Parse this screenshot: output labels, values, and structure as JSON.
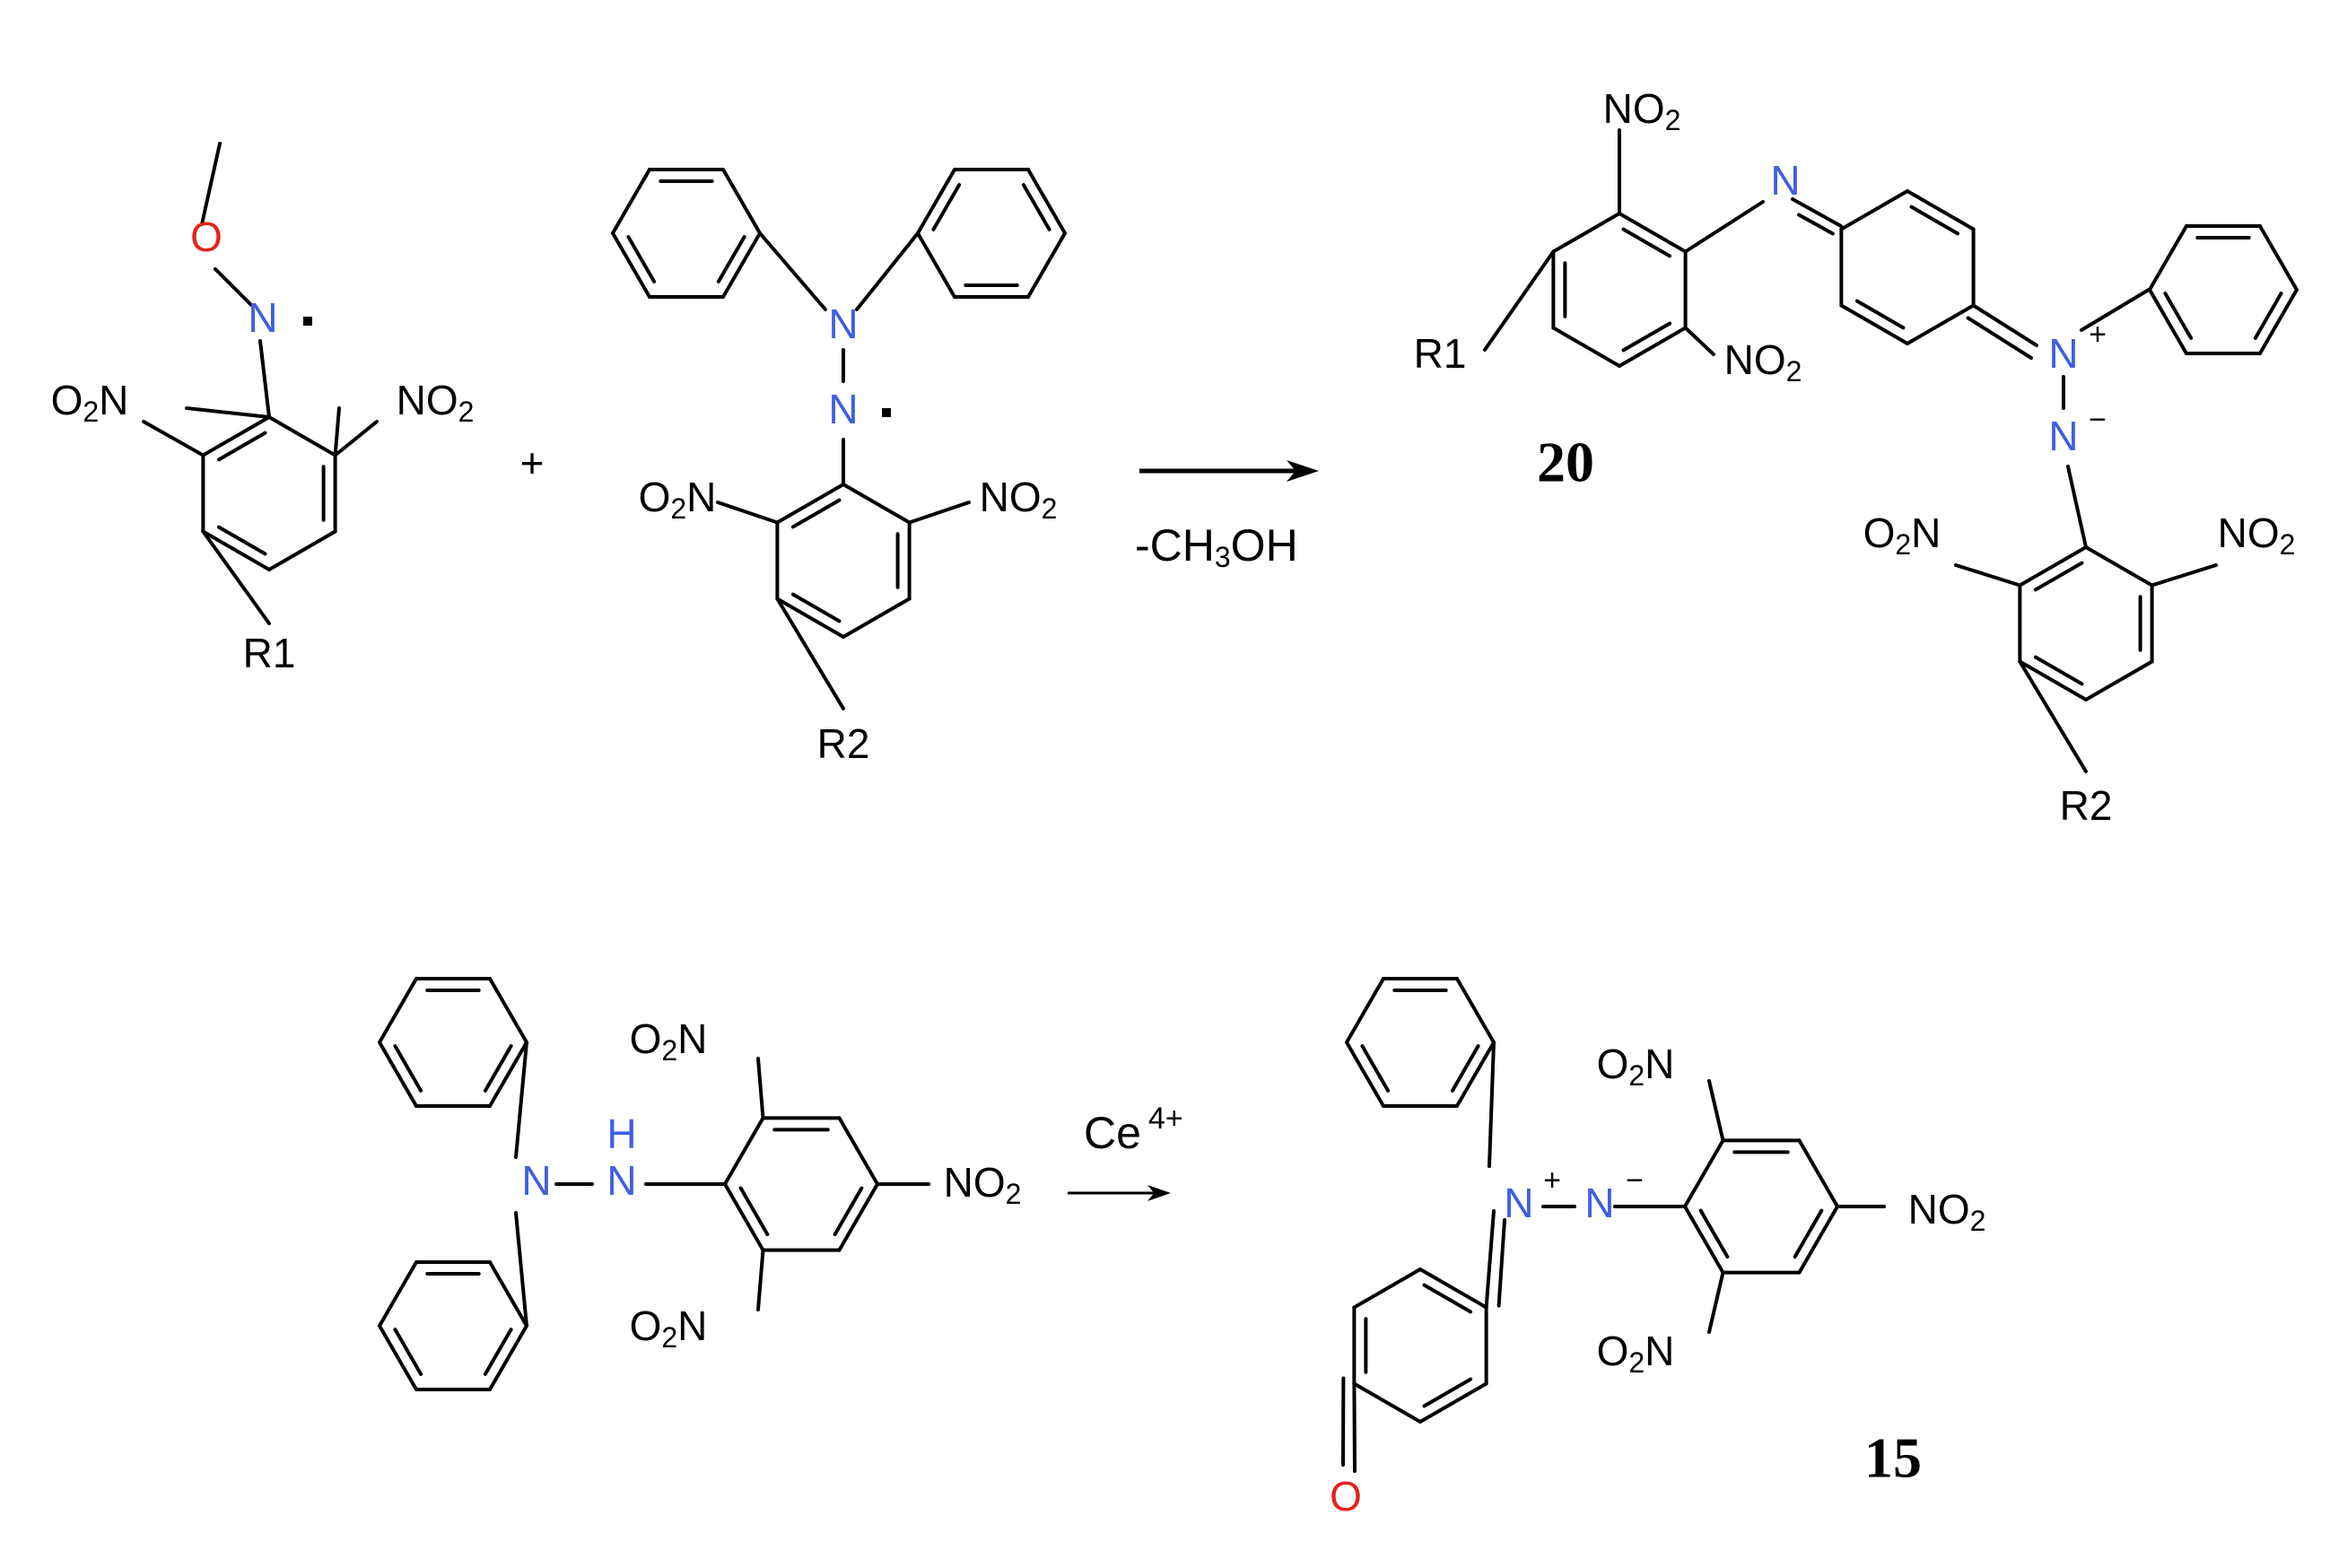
{
  "colors": {
    "bond": "#000000",
    "nitrogen": "#3f5fe0",
    "oxygen": "#e2231a",
    "text": "#000000"
  },
  "labels": {
    "o2n": "O2N",
    "no2": "NO2",
    "n": "N",
    "o": "O",
    "h": "H",
    "r1": "R1",
    "r2": "R2",
    "plus": "+",
    "minus": "−",
    "radical": "·"
  },
  "reaction1": {
    "plus_sign": "+",
    "condition": "-CH3OH",
    "product_number": "20"
  },
  "reaction2": {
    "reagent": "Ce4+",
    "product_number": "15"
  }
}
